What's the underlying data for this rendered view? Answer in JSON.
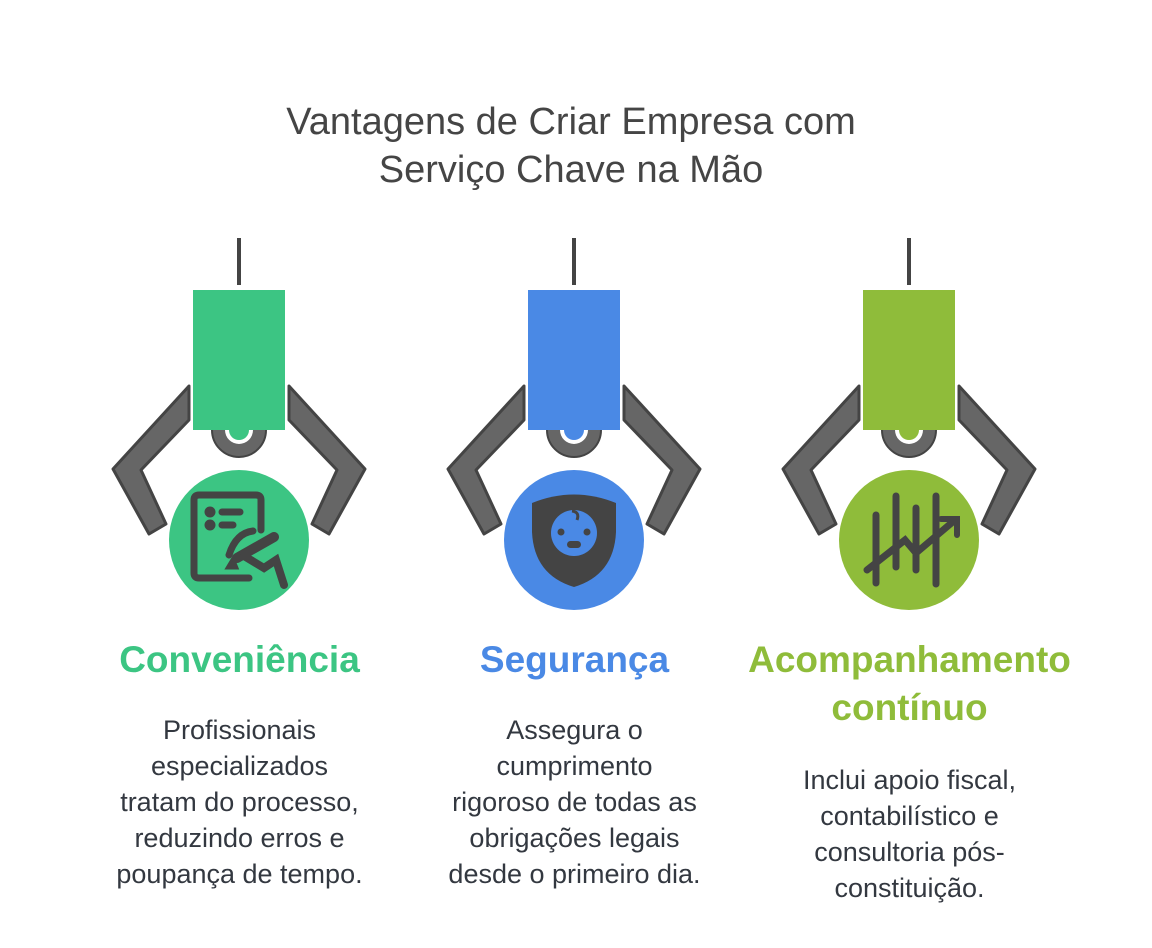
{
  "title_line1": "Vantagens de Criar Empresa com",
  "title_line2": "Serviço Chave na Mão",
  "items": [
    {
      "heading": "Conveniência",
      "color": "#3CC583",
      "icon": "contract-signing-icon",
      "desc": [
        "Profissionais",
        "especializados",
        "tratam do processo,",
        "reduzindo erros e",
        "poupança de tempo."
      ]
    },
    {
      "heading": "Segurança",
      "color": "#4A89E5",
      "icon": "child-shield-icon",
      "desc": [
        "Assegura o",
        "cumprimento",
        "rigoroso de todas as",
        "obrigações legais",
        "desde o primeiro dia."
      ]
    },
    {
      "heading_line1": "Acompanhamento",
      "heading_line2": "contínuo",
      "color": "#8FBC3A",
      "icon": "growth-chart-icon",
      "desc": [
        "Inclui apoio fiscal,",
        "contabilístico e",
        "consultoria pós-",
        "constituição."
      ]
    }
  ]
}
